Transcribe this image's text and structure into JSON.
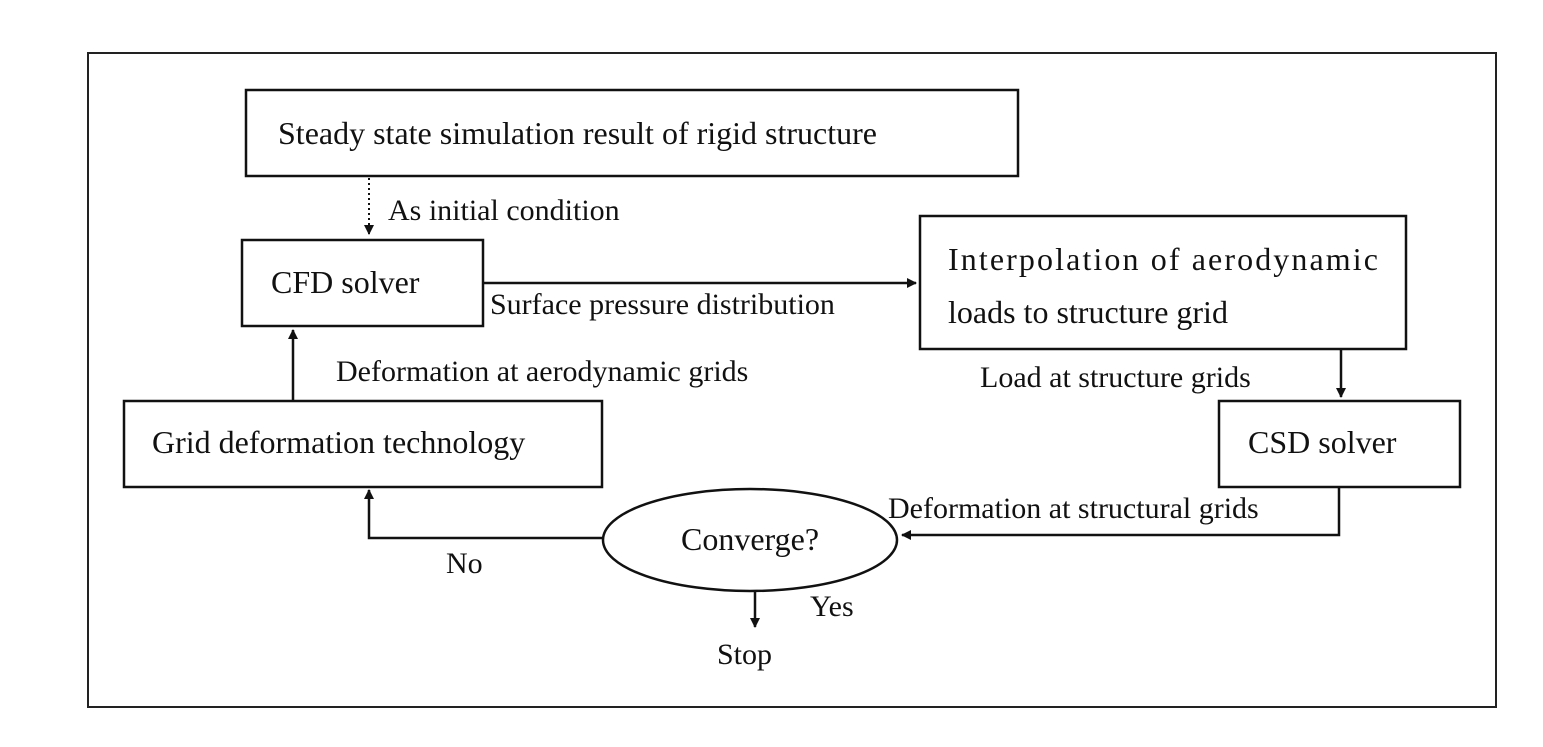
{
  "diagram": {
    "nodes": {
      "steady_state": "Steady state simulation result of rigid structure",
      "cfd_solver": "CFD solver",
      "interpolation_line1": "Interpolation of aerodynamic",
      "interpolation_line2": "loads to structure grid",
      "grid_deformation": "Grid deformation technology",
      "csd_solver": "CSD solver",
      "converge": "Converge?",
      "stop": "Stop"
    },
    "edges": {
      "initial_condition": "As initial condition",
      "surface_pressure": "Surface pressure distribution",
      "load_structure": "Load at structure grids",
      "deformation_structural": "Deformation at structural grids",
      "deformation_aero": "Deformation at aerodynamic grids",
      "no": "No",
      "yes": "Yes"
    }
  }
}
